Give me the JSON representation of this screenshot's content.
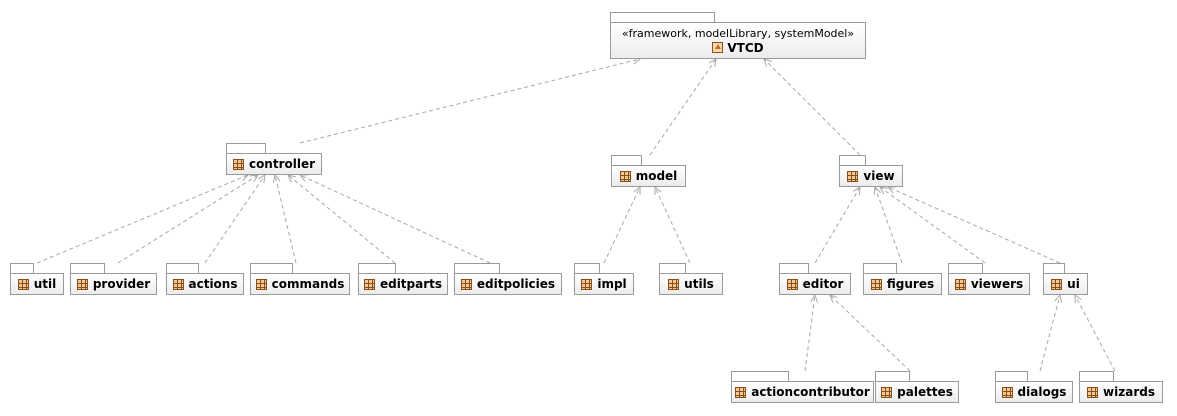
{
  "root": {
    "stereotype": "«framework, modelLibrary, systemModel»",
    "name": "VTCD"
  },
  "packages": {
    "controller": "controller",
    "model": "model",
    "view": "view",
    "util": "util",
    "provider": "provider",
    "actions": "actions",
    "commands": "commands",
    "editparts": "editparts",
    "editpolicies": "editpolicies",
    "impl": "impl",
    "utils": "utils",
    "editor": "editor",
    "figures": "figures",
    "viewers": "viewers",
    "ui": "ui",
    "actioncontributor": "actioncontributor",
    "palettes": "palettes",
    "dialogs": "dialogs",
    "wizards": "wizards"
  },
  "dependencies": [
    {
      "from": "controller",
      "to": "root"
    },
    {
      "from": "model",
      "to": "root"
    },
    {
      "from": "view",
      "to": "root"
    },
    {
      "from": "util",
      "to": "controller"
    },
    {
      "from": "provider",
      "to": "controller"
    },
    {
      "from": "actions",
      "to": "controller"
    },
    {
      "from": "commands",
      "to": "controller"
    },
    {
      "from": "editparts",
      "to": "controller"
    },
    {
      "from": "editpolicies",
      "to": "controller"
    },
    {
      "from": "impl",
      "to": "model"
    },
    {
      "from": "utils",
      "to": "model"
    },
    {
      "from": "editor",
      "to": "view"
    },
    {
      "from": "figures",
      "to": "view"
    },
    {
      "from": "viewers",
      "to": "view"
    },
    {
      "from": "ui",
      "to": "view"
    },
    {
      "from": "actioncontributor",
      "to": "editor"
    },
    {
      "from": "palettes",
      "to": "editor"
    },
    {
      "from": "dialogs",
      "to": "ui"
    },
    {
      "from": "wizards",
      "to": "ui"
    }
  ],
  "colors": {
    "edge": "#a8a8a8",
    "border": "#9a9a9a",
    "icon": "#8a4d1c"
  },
  "icons": {
    "package": "package-icon",
    "model": "model-icon"
  }
}
